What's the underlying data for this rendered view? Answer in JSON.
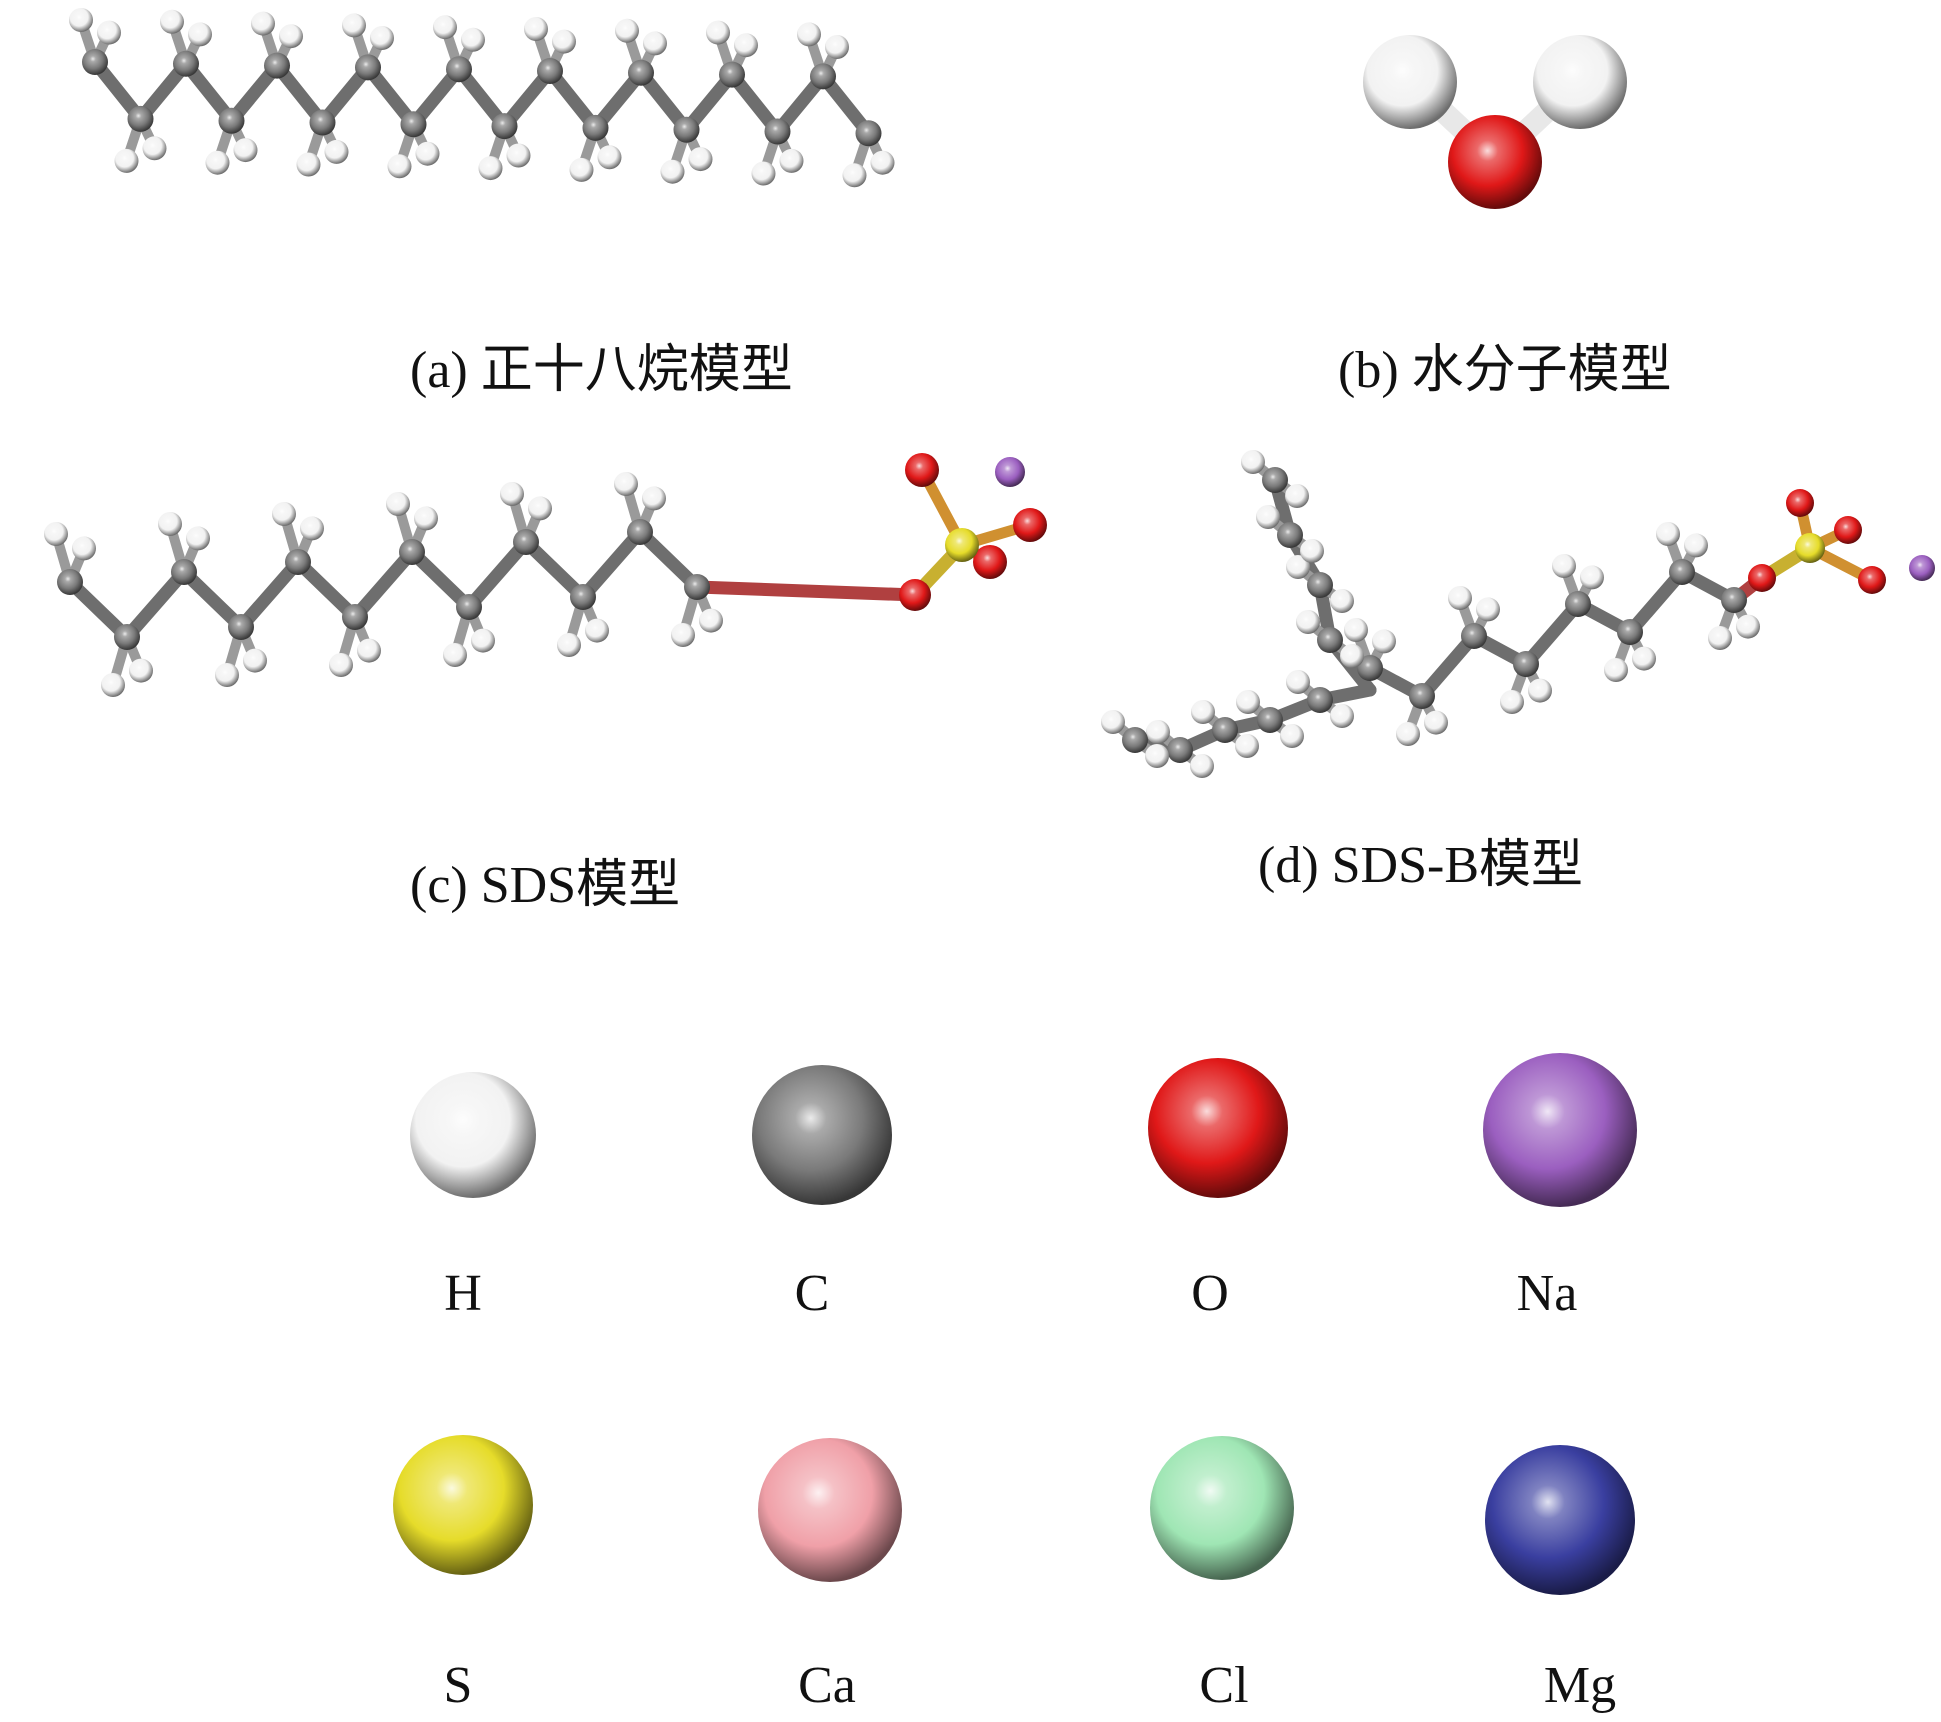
{
  "captions": {
    "a": "(a) 正十八烷模型",
    "b": "(b) 水分子模型",
    "c": "(c) SDS模型",
    "d": "(d) SDS-B模型"
  },
  "legend": [
    {
      "symbol": "H",
      "color": "#f2f2f2"
    },
    {
      "symbol": "C",
      "color": "#7a7a7a"
    },
    {
      "symbol": "O",
      "color": "#e01818"
    },
    {
      "symbol": "Na",
      "color": "#9b5fc0"
    },
    {
      "symbol": "S",
      "color": "#e6dc2a"
    },
    {
      "symbol": "Ca",
      "color": "#f0a0a8"
    },
    {
      "symbol": "Cl",
      "color": "#9fe6b4"
    },
    {
      "symbol": "Mg",
      "color": "#3a3fa0"
    }
  ]
}
